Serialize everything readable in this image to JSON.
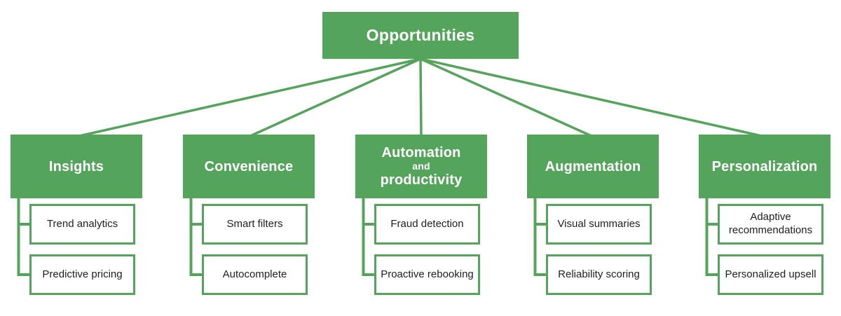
{
  "diagram": {
    "root": {
      "label": "Opportunities"
    },
    "categories": [
      {
        "title": "Insights",
        "title_lines": [
          {
            "text": "Insights",
            "small": false
          }
        ],
        "children": [
          {
            "label": "Trend analytics"
          },
          {
            "label": "Predictive pricing"
          }
        ]
      },
      {
        "title": "Convenience",
        "title_lines": [
          {
            "text": "Convenience",
            "small": false
          }
        ],
        "children": [
          {
            "label": "Smart filters"
          },
          {
            "label": "Autocomplete"
          }
        ]
      },
      {
        "title": "Automation and productivity",
        "title_lines": [
          {
            "text": "Automation",
            "small": false
          },
          {
            "text": "and",
            "small": true
          },
          {
            "text": "productivity",
            "small": false
          }
        ],
        "children": [
          {
            "label": "Fraud detection"
          },
          {
            "label": "Proactive rebooking"
          }
        ]
      },
      {
        "title": "Augmentation",
        "title_lines": [
          {
            "text": "Augmentation",
            "small": false
          }
        ],
        "children": [
          {
            "label": "Visual summaries"
          },
          {
            "label": "Reliability scoring"
          }
        ]
      },
      {
        "title": "Personalization",
        "title_lines": [
          {
            "text": "Personalization",
            "small": false
          }
        ],
        "children": [
          {
            "label": "Adaptive recommendations"
          },
          {
            "label": "Personalized upsell"
          }
        ]
      }
    ],
    "colors": {
      "green": "#55a45c",
      "text_dark": "#212121",
      "background": "#ffffff"
    }
  }
}
